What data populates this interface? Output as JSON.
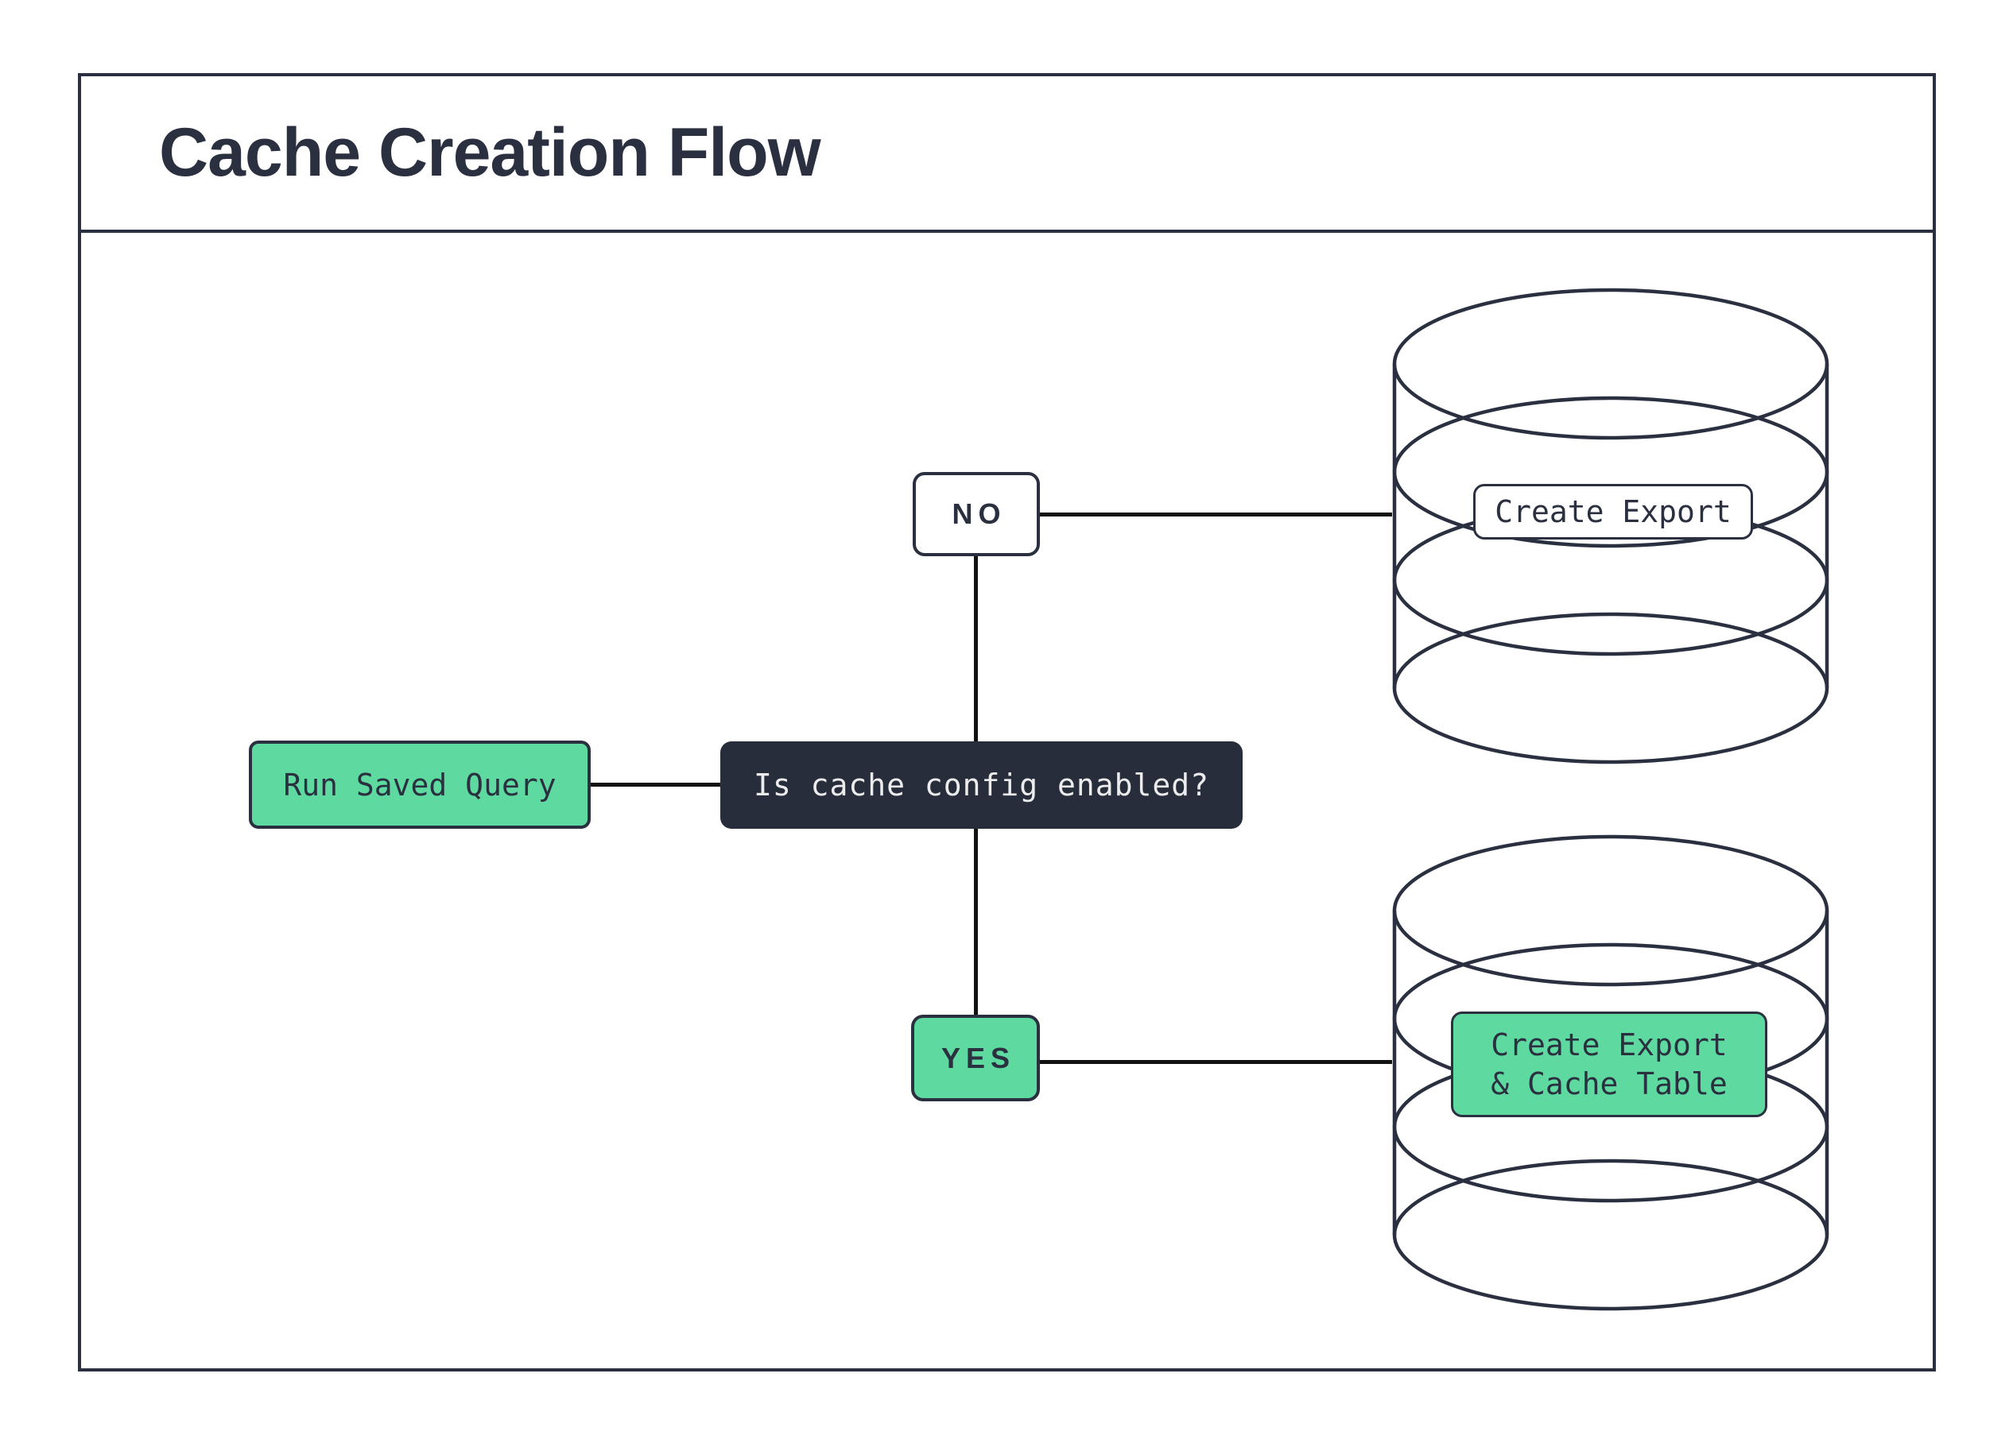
{
  "title": "Cache Creation Flow",
  "flow": {
    "start_label": "Run Saved Query",
    "question_label": "Is cache config enabled?",
    "no_branch_label": "NO",
    "yes_branch_label": "YES",
    "no_result_label": "Create Export",
    "yes_result_label": "Create Export\n& Cache Table"
  },
  "colors": {
    "navy": "#2a3040",
    "dark_fill": "#272d3b",
    "green": "#5ed99f",
    "line": "#121212",
    "background": "#ffffff",
    "light_text": "#ececec"
  }
}
